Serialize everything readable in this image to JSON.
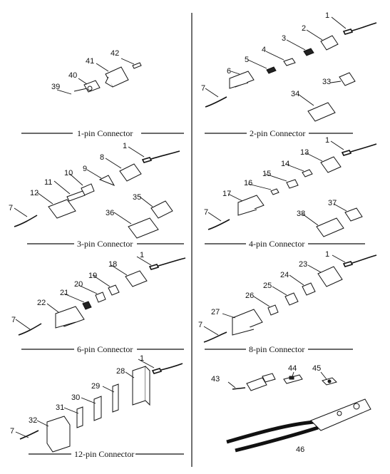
{
  "sections": {
    "pin1": "1-pin Connector",
    "pin2": "2-pin Connector",
    "pin3": "3-pin Connector",
    "pin4": "4-pin Connector",
    "pin6": "6-pin Connector",
    "pin8": "8-pin Connector",
    "pin12": "12-pin Connector"
  },
  "parts": [
    "1",
    "2",
    "3",
    "4",
    "5",
    "6",
    "7",
    "8",
    "9",
    "10",
    "11",
    "12",
    "13",
    "14",
    "15",
    "16",
    "17",
    "18",
    "19",
    "20",
    "21",
    "22",
    "23",
    "24",
    "25",
    "26",
    "27",
    "28",
    "29",
    "30",
    "31",
    "32",
    "33",
    "34",
    "35",
    "36",
    "37",
    "38",
    "39",
    "40",
    "41",
    "42",
    "43",
    "44",
    "45",
    "46"
  ]
}
